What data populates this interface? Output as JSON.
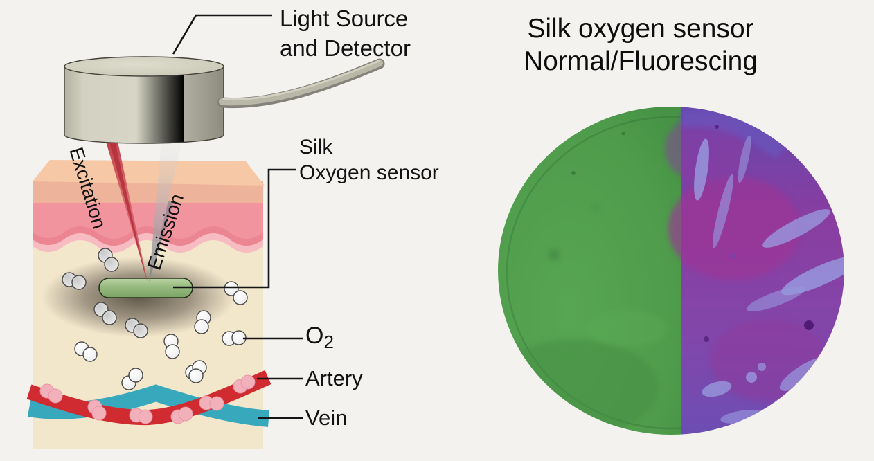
{
  "figure": {
    "left_diagram": {
      "device_label_line1": "Light Source",
      "device_label_line2": "and Detector",
      "excitation_label": "Excitation",
      "emission_label": "Emission",
      "sensor_label_line1": "Silk",
      "sensor_label_line2": "Oxygen sensor",
      "oxygen_label": "O",
      "oxygen_label_subscript": "2",
      "artery_label": "Artery",
      "vein_label": "Vein",
      "colors": {
        "artery_red": "#d02b30",
        "vein_teal": "#38a9bd",
        "sensor_green": "#8fb478",
        "excitation_beam_red": "#c43a44",
        "emission_beam_gray": "#8f9196",
        "skin_top_peach": "#f6c8a6",
        "skin_dermis_pink": "#f1949e",
        "tissue_beige": "#f2e6cb",
        "device_gray": "#c6c5b5"
      }
    },
    "right_photo": {
      "title_line1": "Silk oxygen sensor",
      "title_line2": "Normal/Fluorescing",
      "colors": {
        "normal_half_green": "#4f9d4c",
        "fluorescing_half_purple": "#8a3da0"
      }
    }
  }
}
